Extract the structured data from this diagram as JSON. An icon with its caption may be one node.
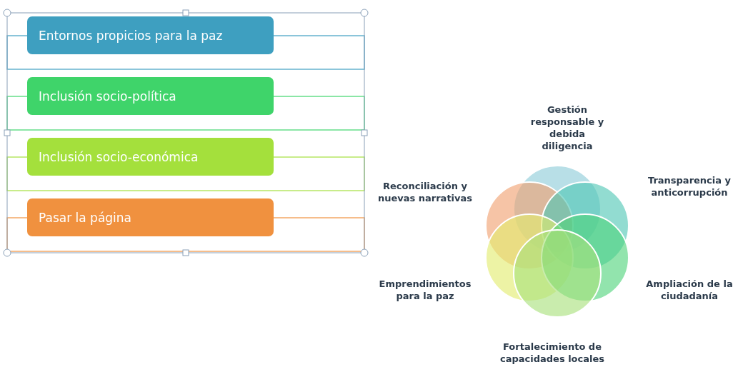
{
  "diagram": {
    "nodes": [
      {
        "text": [
          "Entornos propicios para la paz"
        ]
      },
      {
        "text": [
          "Inclusión socio-política"
        ]
      },
      {
        "text": [
          "Inclusión socio-económica"
        ]
      },
      {
        "text": [
          "Pasar la página"
        ]
      },
      {
        "text": [],
        "shape": "circle",
        "beside": [
          "Gestión responsable y debida diligencia"
        ]
      },
      {
        "text": [],
        "shape": "circle",
        "beside": [
          "Reconciliación y nuevas narrativas"
        ]
      },
      {
        "text": [],
        "shape": "circle",
        "beside": [
          "Transparencia y anticorrupción"
        ]
      },
      {
        "text": [],
        "shape": "circle",
        "beside": [
          "Emprendimientos para la paz"
        ]
      },
      {
        "text": [],
        "shape": "circle",
        "beside": [
          "Ampliación de la ciudadanía"
        ]
      },
      {
        "text": [],
        "shape": "circle",
        "beside": [
          "Fortalecimiento de capacidades locales"
        ]
      }
    ]
  }
}
